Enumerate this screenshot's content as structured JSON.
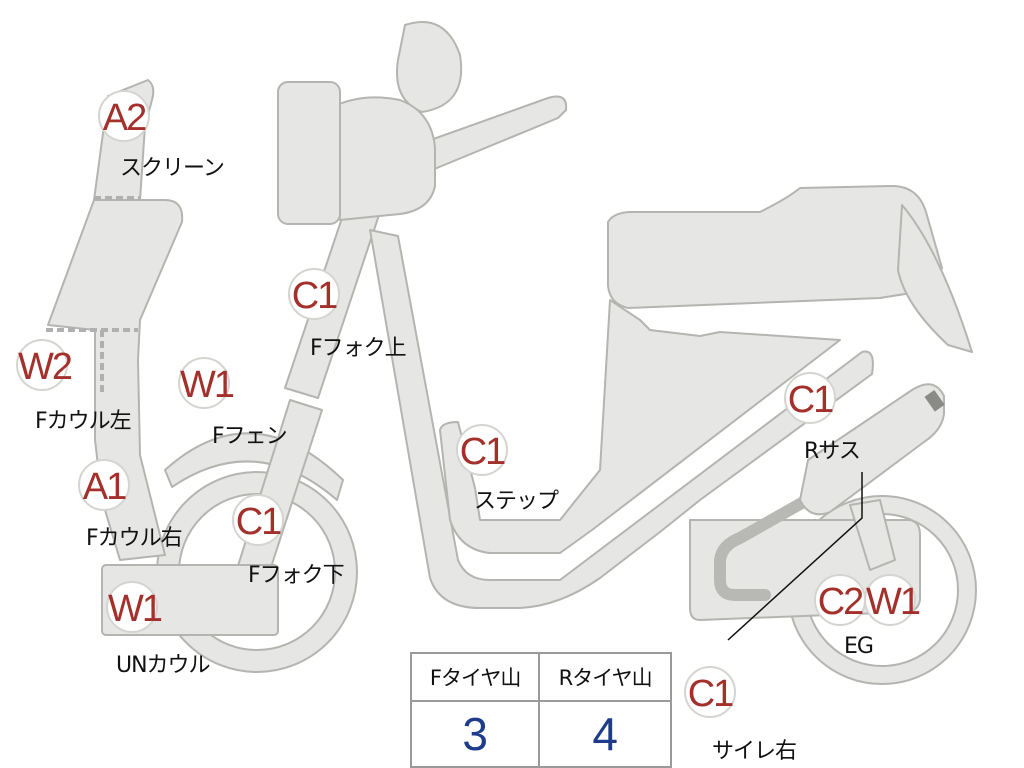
{
  "badges": {
    "screen": "A2",
    "fork_upper": "C1",
    "cowl_left": "W2",
    "fender": "W1",
    "cowl_right": "A1",
    "fork_lower": "C1",
    "step": "C1",
    "under_cowl": "W1",
    "rear_sus": "C1",
    "engine_c": "C2",
    "engine_w": "W1",
    "muffler": "C1"
  },
  "labels": {
    "screen": "スクリーン",
    "fork_upper": "Fフォク上",
    "cowl_left": "Fカウル左",
    "fender": "Fフェン",
    "cowl_right": "Fカウル右",
    "fork_lower": "Fフォク下",
    "step": "ステップ",
    "under_cowl": "UNカウル",
    "rear_sus": "Rサス",
    "engine": "EG",
    "muffler": "サイレ右"
  },
  "tire_table": {
    "headers": [
      "Fタイヤ山",
      "Rタイヤ山"
    ],
    "values": [
      "3",
      "4"
    ]
  }
}
